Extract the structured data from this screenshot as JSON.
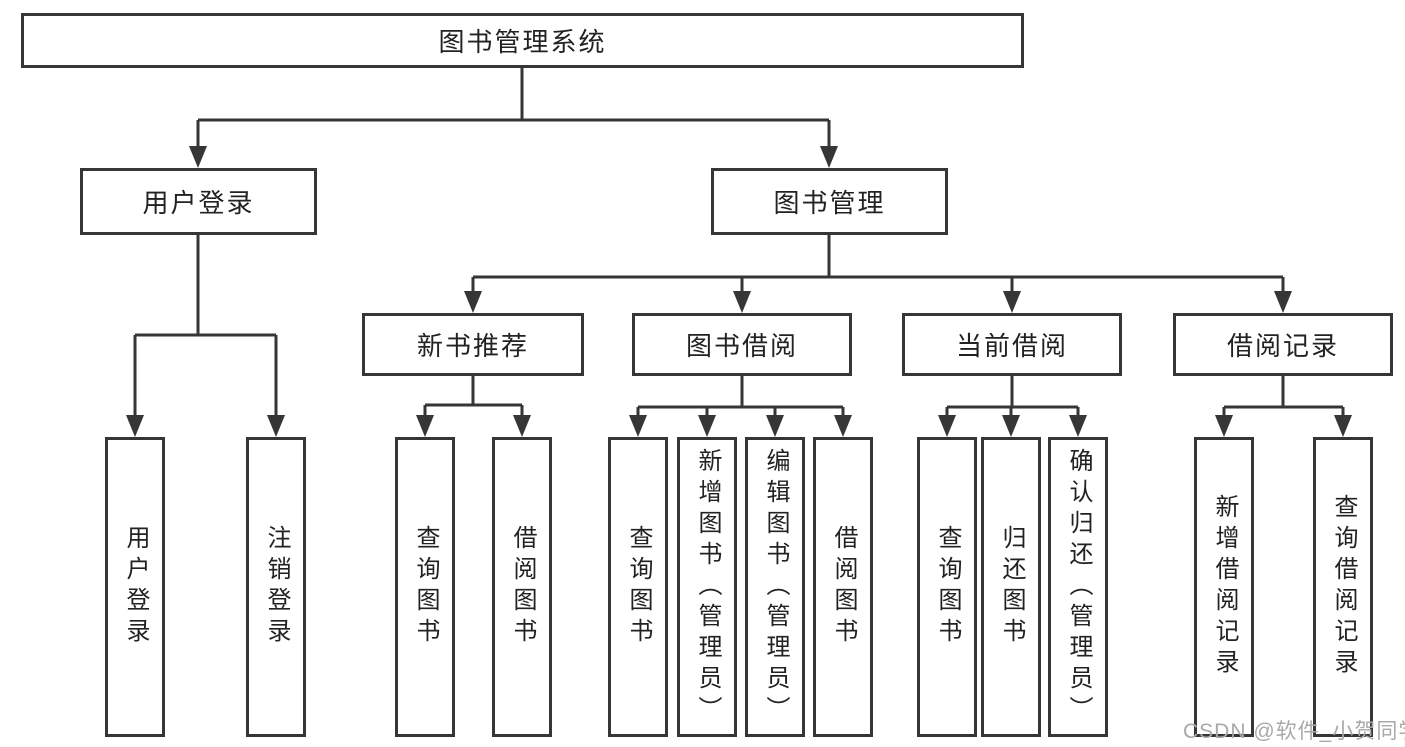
{
  "diagram": {
    "root": {
      "label": "图书管理系统"
    },
    "branches": [
      {
        "label": "用户登录",
        "children": [
          {
            "label": "用户登录"
          },
          {
            "label": "注销登录"
          }
        ]
      },
      {
        "label": "图书管理",
        "children": [
          {
            "label": "新书推荐",
            "children": [
              {
                "label": "查询图书"
              },
              {
                "label": "借阅图书"
              }
            ]
          },
          {
            "label": "图书借阅",
            "children": [
              {
                "label": "查询图书"
              },
              {
                "label": "新增图书（管理员）"
              },
              {
                "label": "编辑图书（管理员）"
              },
              {
                "label": "借阅图书"
              }
            ]
          },
          {
            "label": "当前借阅",
            "children": [
              {
                "label": "查询图书"
              },
              {
                "label": "归还图书"
              },
              {
                "label": "确认归还（管理员）"
              }
            ]
          },
          {
            "label": "借阅记录",
            "children": [
              {
                "label": "新增借阅记录"
              },
              {
                "label": "查询借阅记录"
              }
            ]
          }
        ]
      }
    ],
    "colors": {
      "line": "#363636",
      "text": "#222222",
      "box_fill": "#ffffff",
      "watermark": "#a9a9a9"
    }
  },
  "watermark": {
    "text": "CSDN @软件_小贺同学"
  }
}
